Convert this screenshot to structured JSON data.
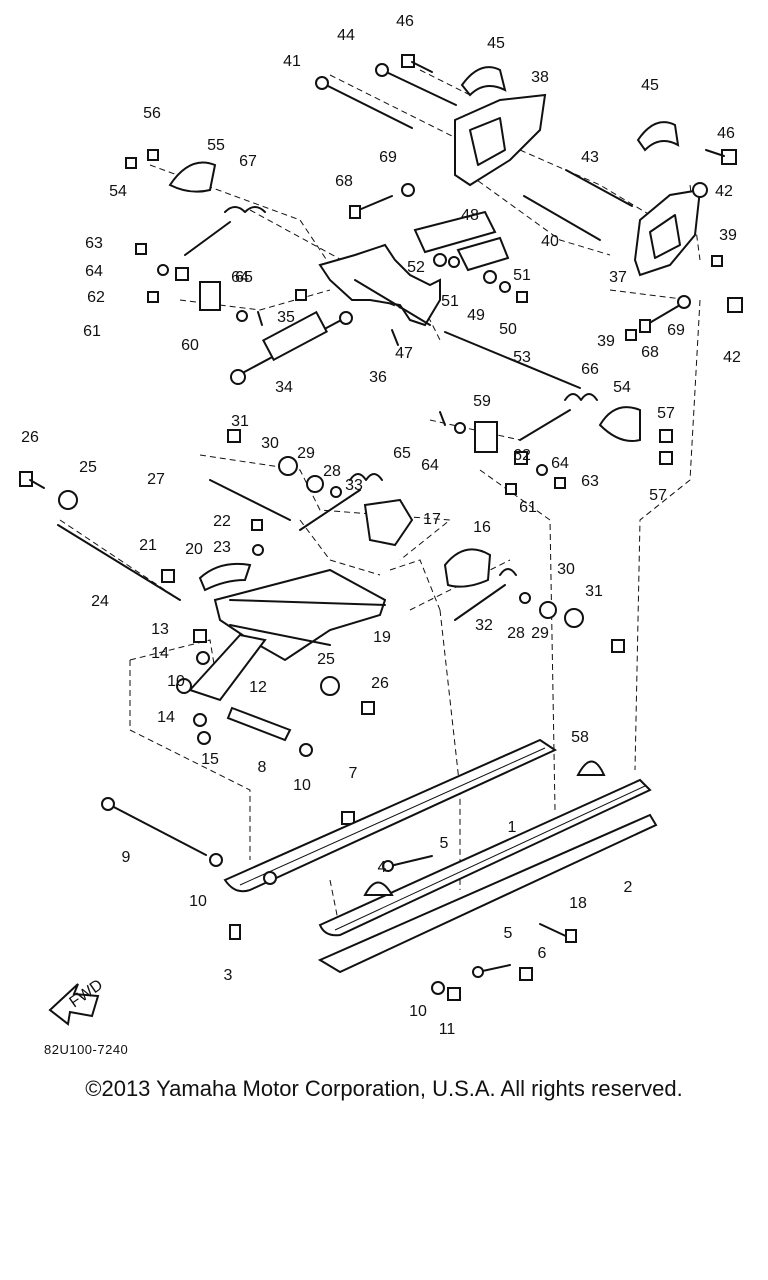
{
  "diagram": {
    "code": "82U100-7240",
    "fwd_label": "FWD",
    "callouts": [
      "1",
      "2",
      "3",
      "4",
      "5",
      "5",
      "6",
      "7",
      "8",
      "9",
      "10",
      "10",
      "10",
      "10",
      "11",
      "12",
      "13",
      "14",
      "14",
      "15",
      "16",
      "17",
      "18",
      "19",
      "20",
      "21",
      "22",
      "23",
      "24",
      "25",
      "25",
      "26",
      "26",
      "27",
      "28",
      "28",
      "29",
      "29",
      "30",
      "30",
      "31",
      "31",
      "32",
      "33",
      "34",
      "35",
      "36",
      "37",
      "38",
      "39",
      "39",
      "40",
      "41",
      "42",
      "42",
      "43",
      "44",
      "45",
      "45",
      "46",
      "46",
      "47",
      "48",
      "49",
      "50",
      "51",
      "51",
      "52",
      "53",
      "54",
      "54",
      "55",
      "56",
      "57",
      "57",
      "58",
      "59",
      "60",
      "61",
      "61",
      "62",
      "62",
      "63",
      "63",
      "64",
      "64",
      "64",
      "64",
      "65",
      "65",
      "66",
      "67",
      "68",
      "68",
      "69",
      "69"
    ]
  },
  "footer": {
    "copyright": "©2013 Yamaha Motor Corporation, U.S.A. All rights reserved."
  }
}
